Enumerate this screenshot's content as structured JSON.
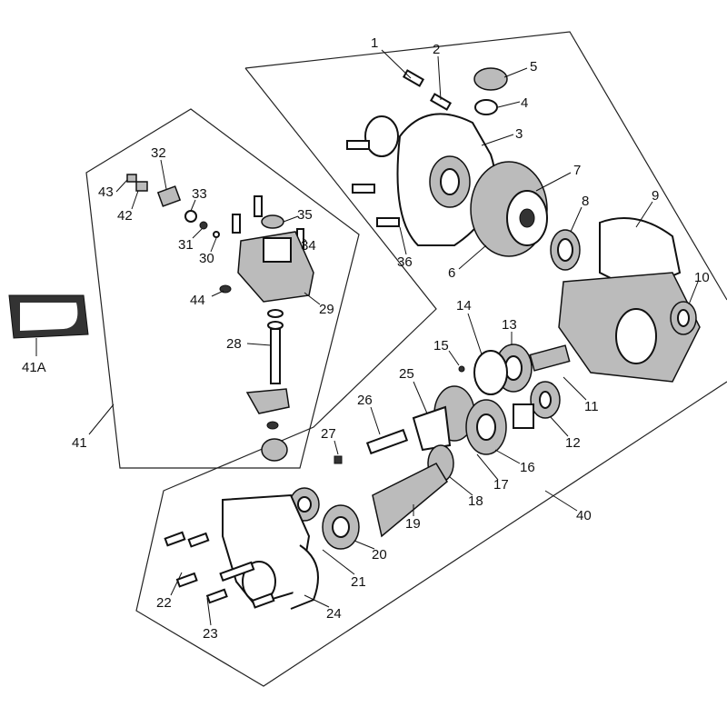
{
  "diagram": {
    "type": "exploded parts diagram",
    "assemblies": [
      {
        "id": "40",
        "label": "40"
      },
      {
        "id": "41",
        "label": "41"
      },
      {
        "id": "41A",
        "label": "41A"
      }
    ],
    "part_labels": [
      "1",
      "2",
      "3",
      "4",
      "5",
      "6",
      "7",
      "8",
      "9",
      "10",
      "11",
      "12",
      "13",
      "14",
      "15",
      "16",
      "17",
      "18",
      "19",
      "20",
      "21",
      "22",
      "23",
      "24",
      "25",
      "26",
      "27",
      "28",
      "29",
      "30",
      "31",
      "32",
      "33",
      "34",
      "35",
      "36",
      "40",
      "41",
      "41A",
      "42",
      "43",
      "44"
    ]
  }
}
